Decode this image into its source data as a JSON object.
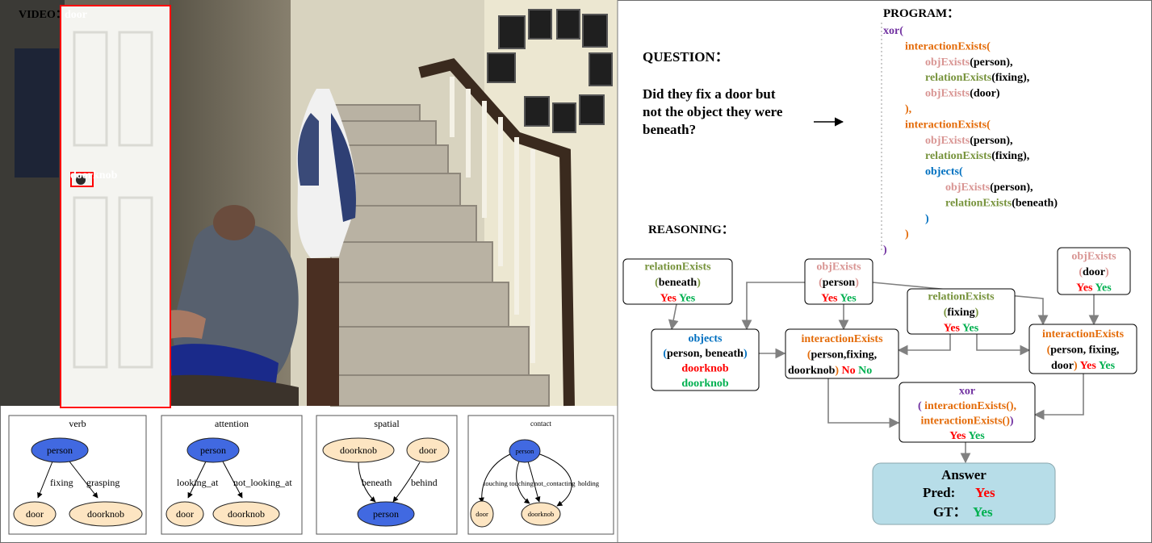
{
  "video": {
    "label": "VIDEO：",
    "boxes": [
      {
        "name": "door-box",
        "label": "door"
      },
      {
        "name": "doorknob-box",
        "label": "doorknob"
      }
    ]
  },
  "scene_graphs": [
    {
      "title": "verb",
      "nodes": [
        "person",
        "door",
        "doorknob"
      ],
      "edges": [
        {
          "from": "person",
          "to": "door",
          "label": "fixing"
        },
        {
          "from": "person",
          "to": "doorknob",
          "label": "grasping"
        }
      ]
    },
    {
      "title": "attention",
      "nodes": [
        "person",
        "door",
        "doorknob"
      ],
      "edges": [
        {
          "from": "person",
          "to": "door",
          "label": "looking_at"
        },
        {
          "from": "person",
          "to": "doorknob",
          "label": "not_looking_at"
        }
      ]
    },
    {
      "title": "spatial",
      "nodes": [
        "doorknob",
        "door",
        "person"
      ],
      "edges": [
        {
          "from": "doorknob",
          "to": "person",
          "label": "beneath"
        },
        {
          "from": "door",
          "to": "person",
          "label": "behind"
        }
      ]
    },
    {
      "title": "contact",
      "nodes": [
        "person",
        "door",
        "doorknob"
      ],
      "edges": [
        {
          "from": "person",
          "to": "door",
          "label": "touching"
        },
        {
          "from": "person",
          "to": "doorknob",
          "label": "touching"
        },
        {
          "from": "person",
          "to": "doorknob",
          "label": "not_contacting"
        },
        {
          "from": "person",
          "to": "doorknob",
          "label": "holding"
        }
      ]
    }
  ],
  "question": {
    "label": "QUESTION：",
    "lines": [
      "Did they fix a door but",
      "not the object they were",
      "beneath?"
    ]
  },
  "program": {
    "label": "PROGRAM：",
    "lines": [
      [
        {
          "t": "xor(",
          "c": "xor"
        }
      ],
      [
        {
          "t": "interactionExists(",
          "c": "interaction"
        }
      ],
      [
        {
          "t": "objExists",
          "c": "obj"
        },
        {
          "t": "(person),",
          "c": "arg"
        }
      ],
      [
        {
          "t": "relationExists",
          "c": "relation"
        },
        {
          "t": "(fixing),",
          "c": "arg"
        }
      ],
      [
        {
          "t": "objExists",
          "c": "obj"
        },
        {
          "t": "(door)",
          "c": "arg"
        }
      ],
      [
        {
          "t": "),",
          "c": "interaction"
        }
      ],
      [
        {
          "t": "interactionExists(",
          "c": "interaction"
        }
      ],
      [
        {
          "t": "objExists",
          "c": "obj"
        },
        {
          "t": "(person),",
          "c": "arg"
        }
      ],
      [
        {
          "t": "relationExists",
          "c": "relation"
        },
        {
          "t": "(fixing),",
          "c": "arg"
        }
      ],
      [
        {
          "t": "objects(",
          "c": "objects"
        }
      ],
      [
        {
          "t": "objExists",
          "c": "obj"
        },
        {
          "t": "(person),",
          "c": "arg"
        }
      ],
      [
        {
          "t": "relationExists",
          "c": "relation"
        },
        {
          "t": "(beneath)",
          "c": "arg"
        }
      ],
      [
        {
          "t": ")",
          "c": "objects"
        }
      ],
      [
        {
          "t": ")",
          "c": "interaction"
        }
      ],
      [
        {
          "t": ")",
          "c": "xor"
        }
      ]
    ]
  },
  "reasoning": {
    "label": "REASONING：",
    "nodes": [
      {
        "name": "relation-beneath-node",
        "lines": [
          [
            {
              "t": "relationExists",
              "c": "relation"
            }
          ],
          [
            {
              "t": "(",
              "c": "relation"
            },
            {
              "t": "beneath",
              "c": "arg"
            },
            {
              "t": ")",
              "c": "relation"
            }
          ],
          [
            {
              "t": "Yes",
              "c": "pred"
            },
            {
              "t": " ",
              "c": "arg"
            },
            {
              "t": "Yes",
              "c": "gt"
            }
          ]
        ]
      },
      {
        "name": "obj-person-node",
        "lines": [
          [
            {
              "t": "objExists",
              "c": "obj"
            }
          ],
          [
            {
              "t": "(",
              "c": "obj"
            },
            {
              "t": "person",
              "c": "arg"
            },
            {
              "t": ")",
              "c": "obj"
            }
          ],
          [
            {
              "t": "Yes",
              "c": "pred"
            },
            {
              "t": " ",
              "c": "arg"
            },
            {
              "t": "Yes",
              "c": "gt"
            }
          ]
        ]
      },
      {
        "name": "obj-door-node",
        "lines": [
          [
            {
              "t": "objExists",
              "c": "obj"
            }
          ],
          [
            {
              "t": "(",
              "c": "obj"
            },
            {
              "t": "door",
              "c": "arg"
            },
            {
              "t": ")",
              "c": "obj"
            }
          ],
          [
            {
              "t": "Yes",
              "c": "pred"
            },
            {
              "t": " ",
              "c": "arg"
            },
            {
              "t": "Yes",
              "c": "gt"
            }
          ]
        ]
      },
      {
        "name": "relation-fixing-node",
        "lines": [
          [
            {
              "t": "relationExists",
              "c": "relation"
            }
          ],
          [
            {
              "t": "(",
              "c": "relation"
            },
            {
              "t": "fixing",
              "c": "arg"
            },
            {
              "t": ")",
              "c": "relation"
            }
          ],
          [
            {
              "t": "Yes",
              "c": "pred"
            },
            {
              "t": " ",
              "c": "arg"
            },
            {
              "t": "Yes",
              "c": "gt"
            }
          ]
        ]
      },
      {
        "name": "objects-node",
        "lines": [
          [
            {
              "t": "objects",
              "c": "objects"
            }
          ],
          [
            {
              "t": "(",
              "c": "objects"
            },
            {
              "t": "person, beneath",
              "c": "arg"
            },
            {
              "t": ")",
              "c": "objects"
            }
          ],
          [
            {
              "t": "doorknob",
              "c": "pred"
            }
          ],
          [
            {
              "t": "doorknob",
              "c": "gt"
            }
          ]
        ]
      },
      {
        "name": "interaction-1-node",
        "lines": [
          [
            {
              "t": "interactionExists",
              "c": "interaction"
            }
          ],
          [
            {
              "t": "(",
              "c": "interaction"
            },
            {
              "t": "person,fixing,",
              "c": "arg"
            }
          ],
          [
            {
              "t": "doorknob",
              "c": "arg"
            },
            {
              "t": ")",
              "c": "interaction"
            },
            {
              "t": "   No",
              "c": "pred"
            },
            {
              "t": " ",
              "c": "arg"
            },
            {
              "t": "No",
              "c": "gt"
            }
          ]
        ]
      },
      {
        "name": "interaction-2-node",
        "lines": [
          [
            {
              "t": "interactionExists",
              "c": "interaction"
            }
          ],
          [
            {
              "t": "(",
              "c": "interaction"
            },
            {
              "t": "person, fixing,",
              "c": "arg"
            }
          ],
          [
            {
              "t": "door",
              "c": "arg"
            },
            {
              "t": ")",
              "c": "interaction"
            },
            {
              "t": " Yes",
              "c": "pred"
            },
            {
              "t": " ",
              "c": "arg"
            },
            {
              "t": "Yes",
              "c": "gt"
            }
          ]
        ]
      },
      {
        "name": "xor-node",
        "lines": [
          [
            {
              "t": "xor",
              "c": "xor"
            }
          ],
          [
            {
              "t": "( ",
              "c": "xor"
            },
            {
              "t": "interactionExists(),",
              "c": "interaction"
            }
          ],
          [
            {
              "t": "interactionExists()",
              "c": "interaction"
            },
            {
              "t": ")",
              "c": "xor"
            }
          ],
          [
            {
              "t": "Yes",
              "c": "pred"
            },
            {
              "t": "  ",
              "c": "arg"
            },
            {
              "t": "Yes",
              "c": "gt"
            }
          ]
        ]
      }
    ]
  },
  "answer": {
    "title": "Answer",
    "pred_label": "Pred:",
    "pred_value": "Yes",
    "gt_label": "GT：",
    "gt_value": "Yes"
  },
  "colors": {
    "xor": "#7030a0",
    "interaction": "#e46c0a",
    "obj": "#d99694",
    "relation": "#77933c",
    "objects": "#0070c0",
    "arg": "#000000",
    "pred": "#ff0000",
    "gt": "#00b050",
    "node_blue": "#4169e1",
    "node_peach": "#fde5c2",
    "answer_bg": "#b7dde8",
    "box_red": "#ff0000"
  }
}
